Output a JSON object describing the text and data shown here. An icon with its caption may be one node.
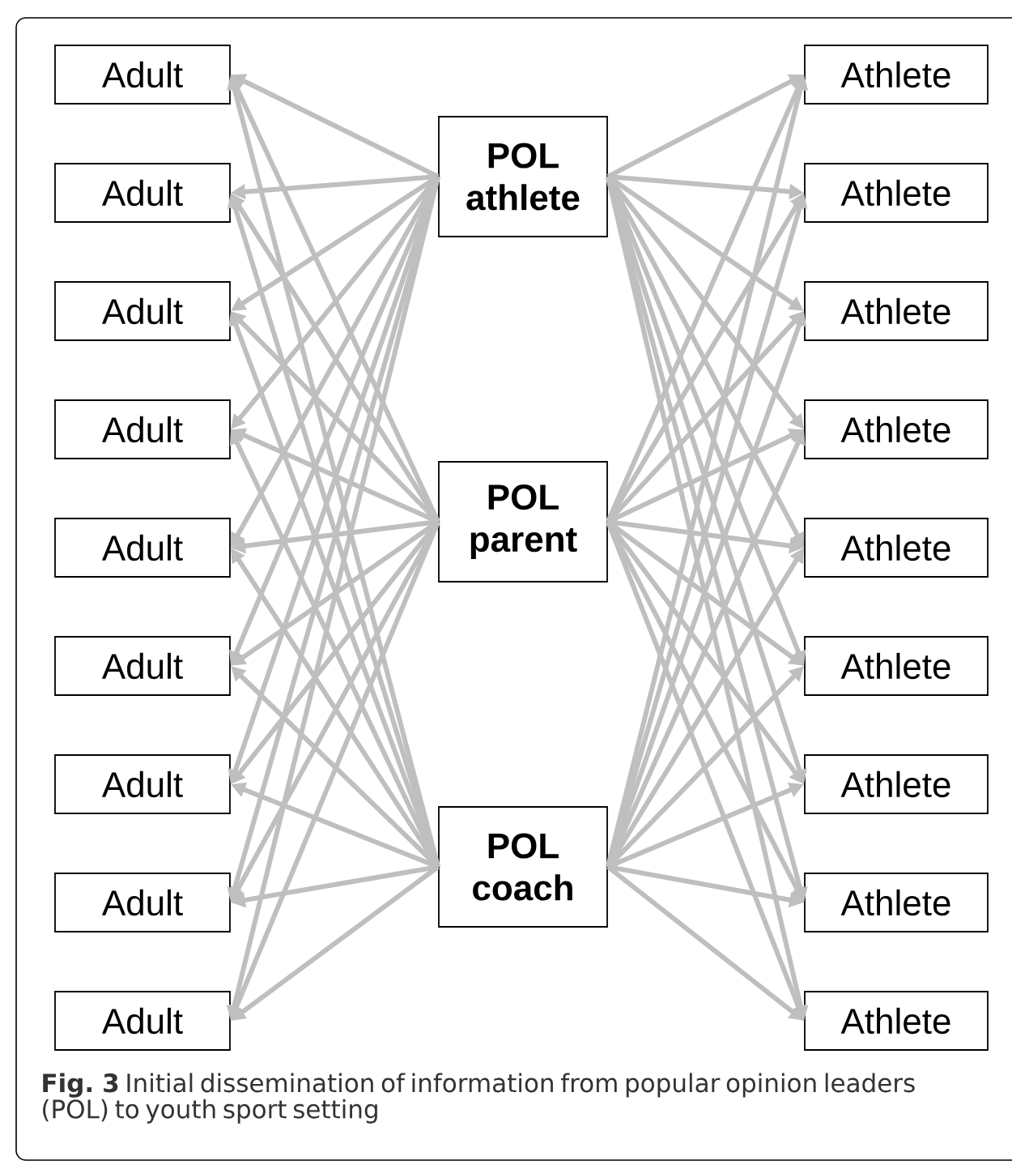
{
  "diagram": {
    "caption": "**Fig. 3** Initial dissemination of information from popular opinion leaders (POL) to youth sport setting",
    "nodes": [
      {
        "text": [
          "Adult"
        ]
      },
      {
        "text": [
          "Adult"
        ]
      },
      {
        "text": [
          "Adult"
        ]
      },
      {
        "text": [
          "Adult"
        ]
      },
      {
        "text": [
          "Adult"
        ]
      },
      {
        "text": [
          "Adult"
        ]
      },
      {
        "text": [
          "Adult"
        ]
      },
      {
        "text": [
          "Adult"
        ]
      },
      {
        "text": [
          "Adult"
        ]
      },
      {
        "text": [
          "POL athlete"
        ]
      },
      {
        "text": [
          "POL parent"
        ]
      },
      {
        "text": [
          "POL coach"
        ]
      },
      {
        "text": [
          "Athlete"
        ]
      },
      {
        "text": [
          "Athlete"
        ]
      },
      {
        "text": [
          "Athlete"
        ]
      },
      {
        "text": [
          "Athlete"
        ]
      },
      {
        "text": [
          "Athlete"
        ]
      },
      {
        "text": [
          "Athlete"
        ]
      },
      {
        "text": [
          "Athlete"
        ]
      },
      {
        "text": [
          "Athlete"
        ]
      },
      {
        "text": [
          "Athlete"
        ]
      }
    ],
    "edges": [
      {
        "from": 9,
        "to": 0,
        "arrow": "to"
      },
      {
        "from": 9,
        "to": 1,
        "arrow": "to"
      },
      {
        "from": 9,
        "to": 2,
        "arrow": "to"
      },
      {
        "from": 9,
        "to": 3,
        "arrow": "to"
      },
      {
        "from": 9,
        "to": 4,
        "arrow": "to"
      },
      {
        "from": 9,
        "to": 5,
        "arrow": "to"
      },
      {
        "from": 9,
        "to": 6,
        "arrow": "to"
      },
      {
        "from": 9,
        "to": 7,
        "arrow": "to"
      },
      {
        "from": 9,
        "to": 8,
        "arrow": "to"
      },
      {
        "from": 10,
        "to": 0,
        "arrow": "to"
      },
      {
        "from": 10,
        "to": 1,
        "arrow": "to"
      },
      {
        "from": 10,
        "to": 2,
        "arrow": "to"
      },
      {
        "from": 10,
        "to": 3,
        "arrow": "to"
      },
      {
        "from": 10,
        "to": 4,
        "arrow": "to"
      },
      {
        "from": 10,
        "to": 5,
        "arrow": "to"
      },
      {
        "from": 10,
        "to": 6,
        "arrow": "to"
      },
      {
        "from": 10,
        "to": 7,
        "arrow": "to"
      },
      {
        "from": 10,
        "to": 8,
        "arrow": "to"
      },
      {
        "from": 11,
        "to": 0,
        "arrow": "to"
      },
      {
        "from": 11,
        "to": 1,
        "arrow": "to"
      },
      {
        "from": 11,
        "to": 2,
        "arrow": "to"
      },
      {
        "from": 11,
        "to": 3,
        "arrow": "to"
      },
      {
        "from": 11,
        "to": 4,
        "arrow": "to"
      },
      {
        "from": 11,
        "to": 5,
        "arrow": "to"
      },
      {
        "from": 11,
        "to": 6,
        "arrow": "to"
      },
      {
        "from": 11,
        "to": 7,
        "arrow": "to"
      },
      {
        "from": 11,
        "to": 8,
        "arrow": "to"
      },
      {
        "from": 9,
        "to": 12,
        "arrow": "to"
      },
      {
        "from": 9,
        "to": 13,
        "arrow": "to"
      },
      {
        "from": 9,
        "to": 14,
        "arrow": "to"
      },
      {
        "from": 9,
        "to": 15,
        "arrow": "to"
      },
      {
        "from": 9,
        "to": 16,
        "arrow": "to"
      },
      {
        "from": 9,
        "to": 17,
        "arrow": "to"
      },
      {
        "from": 9,
        "to": 18,
        "arrow": "to"
      },
      {
        "from": 9,
        "to": 19,
        "arrow": "to"
      },
      {
        "from": 9,
        "to": 20,
        "arrow": "to"
      },
      {
        "from": 10,
        "to": 12,
        "arrow": "to"
      },
      {
        "from": 10,
        "to": 13,
        "arrow": "to"
      },
      {
        "from": 10,
        "to": 14,
        "arrow": "to"
      },
      {
        "from": 10,
        "to": 15,
        "arrow": "to"
      },
      {
        "from": 10,
        "to": 16,
        "arrow": "to"
      },
      {
        "from": 10,
        "to": 17,
        "arrow": "to"
      },
      {
        "from": 10,
        "to": 18,
        "arrow": "to"
      },
      {
        "from": 10,
        "to": 19,
        "arrow": "to"
      },
      {
        "from": 10,
        "to": 20,
        "arrow": "to"
      },
      {
        "from": 11,
        "to": 12,
        "arrow": "to"
      },
      {
        "from": 11,
        "to": 13,
        "arrow": "to"
      },
      {
        "from": 11,
        "to": 14,
        "arrow": "to"
      },
      {
        "from": 11,
        "to": 15,
        "arrow": "to"
      },
      {
        "from": 11,
        "to": 16,
        "arrow": "to"
      },
      {
        "from": 11,
        "to": 17,
        "arrow": "to"
      },
      {
        "from": 11,
        "to": 18,
        "arrow": "to"
      },
      {
        "from": 11,
        "to": 19,
        "arrow": "to"
      },
      {
        "from": 11,
        "to": 20,
        "arrow": "to"
      }
    ]
  }
}
